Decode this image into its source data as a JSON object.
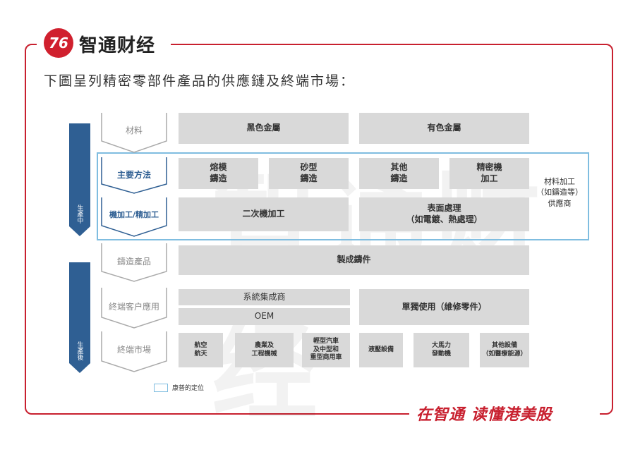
{
  "brand": {
    "logo_mark": "76",
    "name": "智通财经",
    "slogan": "在智通 读懂港美股",
    "watermark": "智通财经",
    "color": "#c8202f"
  },
  "title": "下圖呈列精密零部件產品的供應鏈及終端市場：",
  "stages": {
    "mid": "生產中",
    "post": "生產後"
  },
  "rows": {
    "materials": {
      "label": "材料",
      "items": [
        "黑色金屬",
        "有色金屬"
      ]
    },
    "methods": {
      "label": "主要方法",
      "items": [
        "熔模\n鑄造",
        "砂型\n鑄造",
        "其他\n鑄造",
        "精密機\n加工"
      ]
    },
    "machining": {
      "label": "機加工/精加工",
      "items": [
        "二次機加工",
        "表面處理\n（如電鍍、熱處理）"
      ]
    },
    "products": {
      "label": "鑄造產品",
      "items": [
        "製成鑄件"
      ]
    },
    "customers": {
      "label": "終端客户應用",
      "items": [
        "系統集成商",
        "OEM",
        "單獨使用（維修零件）"
      ]
    },
    "markets": {
      "label": "終端市場",
      "items": [
        "航空\n航天",
        "農業及\n工程機械",
        "輕型汽車\n及中型和\n重型商用車",
        "液壓設備",
        "大馬力\n發動機",
        "其他設備\n（如醫療能源）"
      ]
    }
  },
  "right_label": "材料加工\n（如鑄造等）\n供應商",
  "legend": "康普的定位"
}
